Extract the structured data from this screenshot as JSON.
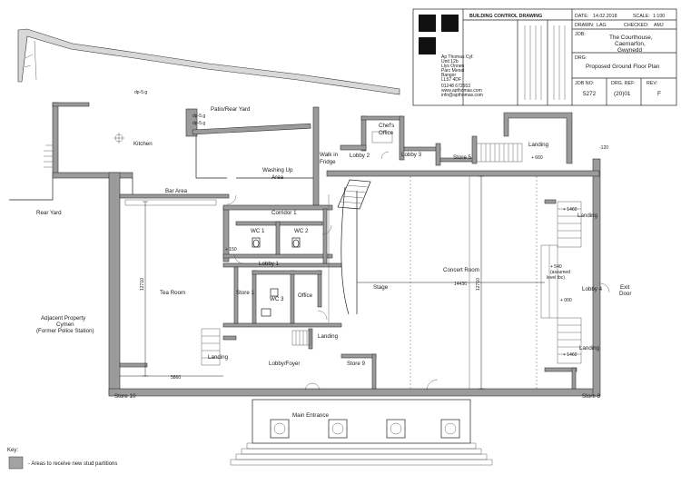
{
  "title_block": {
    "heading": "BUILDING CONTROL DRAWING",
    "company_lines": [
      "Ap Thomas Cyf.",
      "Unit 12b",
      "Llys Onnen",
      "Parc Menai",
      "Bangor",
      "LL57 4DF",
      "01248 672553",
      "www.apthomas.com",
      "info@apthomas.com"
    ],
    "date_label": "DATE:",
    "date_value": "14.02.2018",
    "scale_label": "SCALE:",
    "scale_value": "1:100",
    "drawn_label": "DRAWN:",
    "drawn_value": "LAG",
    "checked_label": "CHECKED:",
    "checked_value": "AMJ",
    "job_label": "JOB:",
    "job_lines": [
      "The Courthouse,",
      "Caernarfon,",
      "Gwynedd"
    ],
    "drg_label": "DRG:",
    "drg_value": "Proposed Ground Floor Plan",
    "jobno_label": "JOB NO:",
    "jobno_value": "5272",
    "drgref_label": "DRG. REF:",
    "drgref_value": "(20)01",
    "rev_label": "REV:",
    "rev_value": "F"
  },
  "rooms": {
    "kitchen": "Kitchen",
    "patio": "Patio/Rear Yard",
    "chefs_office": [
      "Chef's",
      "Office"
    ],
    "walk_in_fridge": [
      "Walk in",
      "Fridge"
    ],
    "washing_up": [
      "Washing Up",
      "Area"
    ],
    "lobby2": "Lobby 2",
    "lobby3": "Lobby 3",
    "store5": "Store 5",
    "landing_top": "Landing",
    "rear_yard": "Rear Yard",
    "bar_area": "Bar Area",
    "corridor1": "Corridor 1",
    "wc1": "WC 1",
    "wc2": "WC 2",
    "lobby1": "Lobby 1",
    "store1": "Store 1",
    "wc3": "WC 3",
    "office": "Office",
    "tea_room": "Tea Room",
    "stage": "Stage",
    "concert_room": "Concert Room",
    "adjacent": [
      "Adjacent Property",
      "Cymen",
      "(Former Police Station)"
    ],
    "landing_left": "Landing",
    "landing_mid": "Landing",
    "lobby_foyer": "Lobby/Foyer",
    "store9": "Store 9",
    "store10": "Store 10",
    "main_entrance": "Main Entrance",
    "landing_r1": "Landing",
    "landing_r2": "Landing",
    "lobby4": "Lobby 4",
    "exit_door": [
      "Exit",
      "Door"
    ],
    "store8": "Store 8"
  },
  "levels": {
    "l_660": "+ 660",
    "l_120": "-120",
    "l_1460a": "+ 1460",
    "l_540": [
      "+ 540",
      "(assumed",
      "level tbc)"
    ],
    "l_000": "+ 000",
    "l_1460b": "+ 1460",
    "l_150": "+ 150",
    "dp5g1": "dp-5.g",
    "dp5g2": "dp-5.g",
    "dp5g3": "dp-5.g"
  },
  "dimensions": {
    "d12710_left": "12710",
    "d12710_right": "12710",
    "d14430": "14430",
    "d5860": "5860"
  },
  "key": {
    "title": "Key:",
    "item": "- Areas to receive new stud partitions",
    "swatch": "#a3a3a3"
  }
}
